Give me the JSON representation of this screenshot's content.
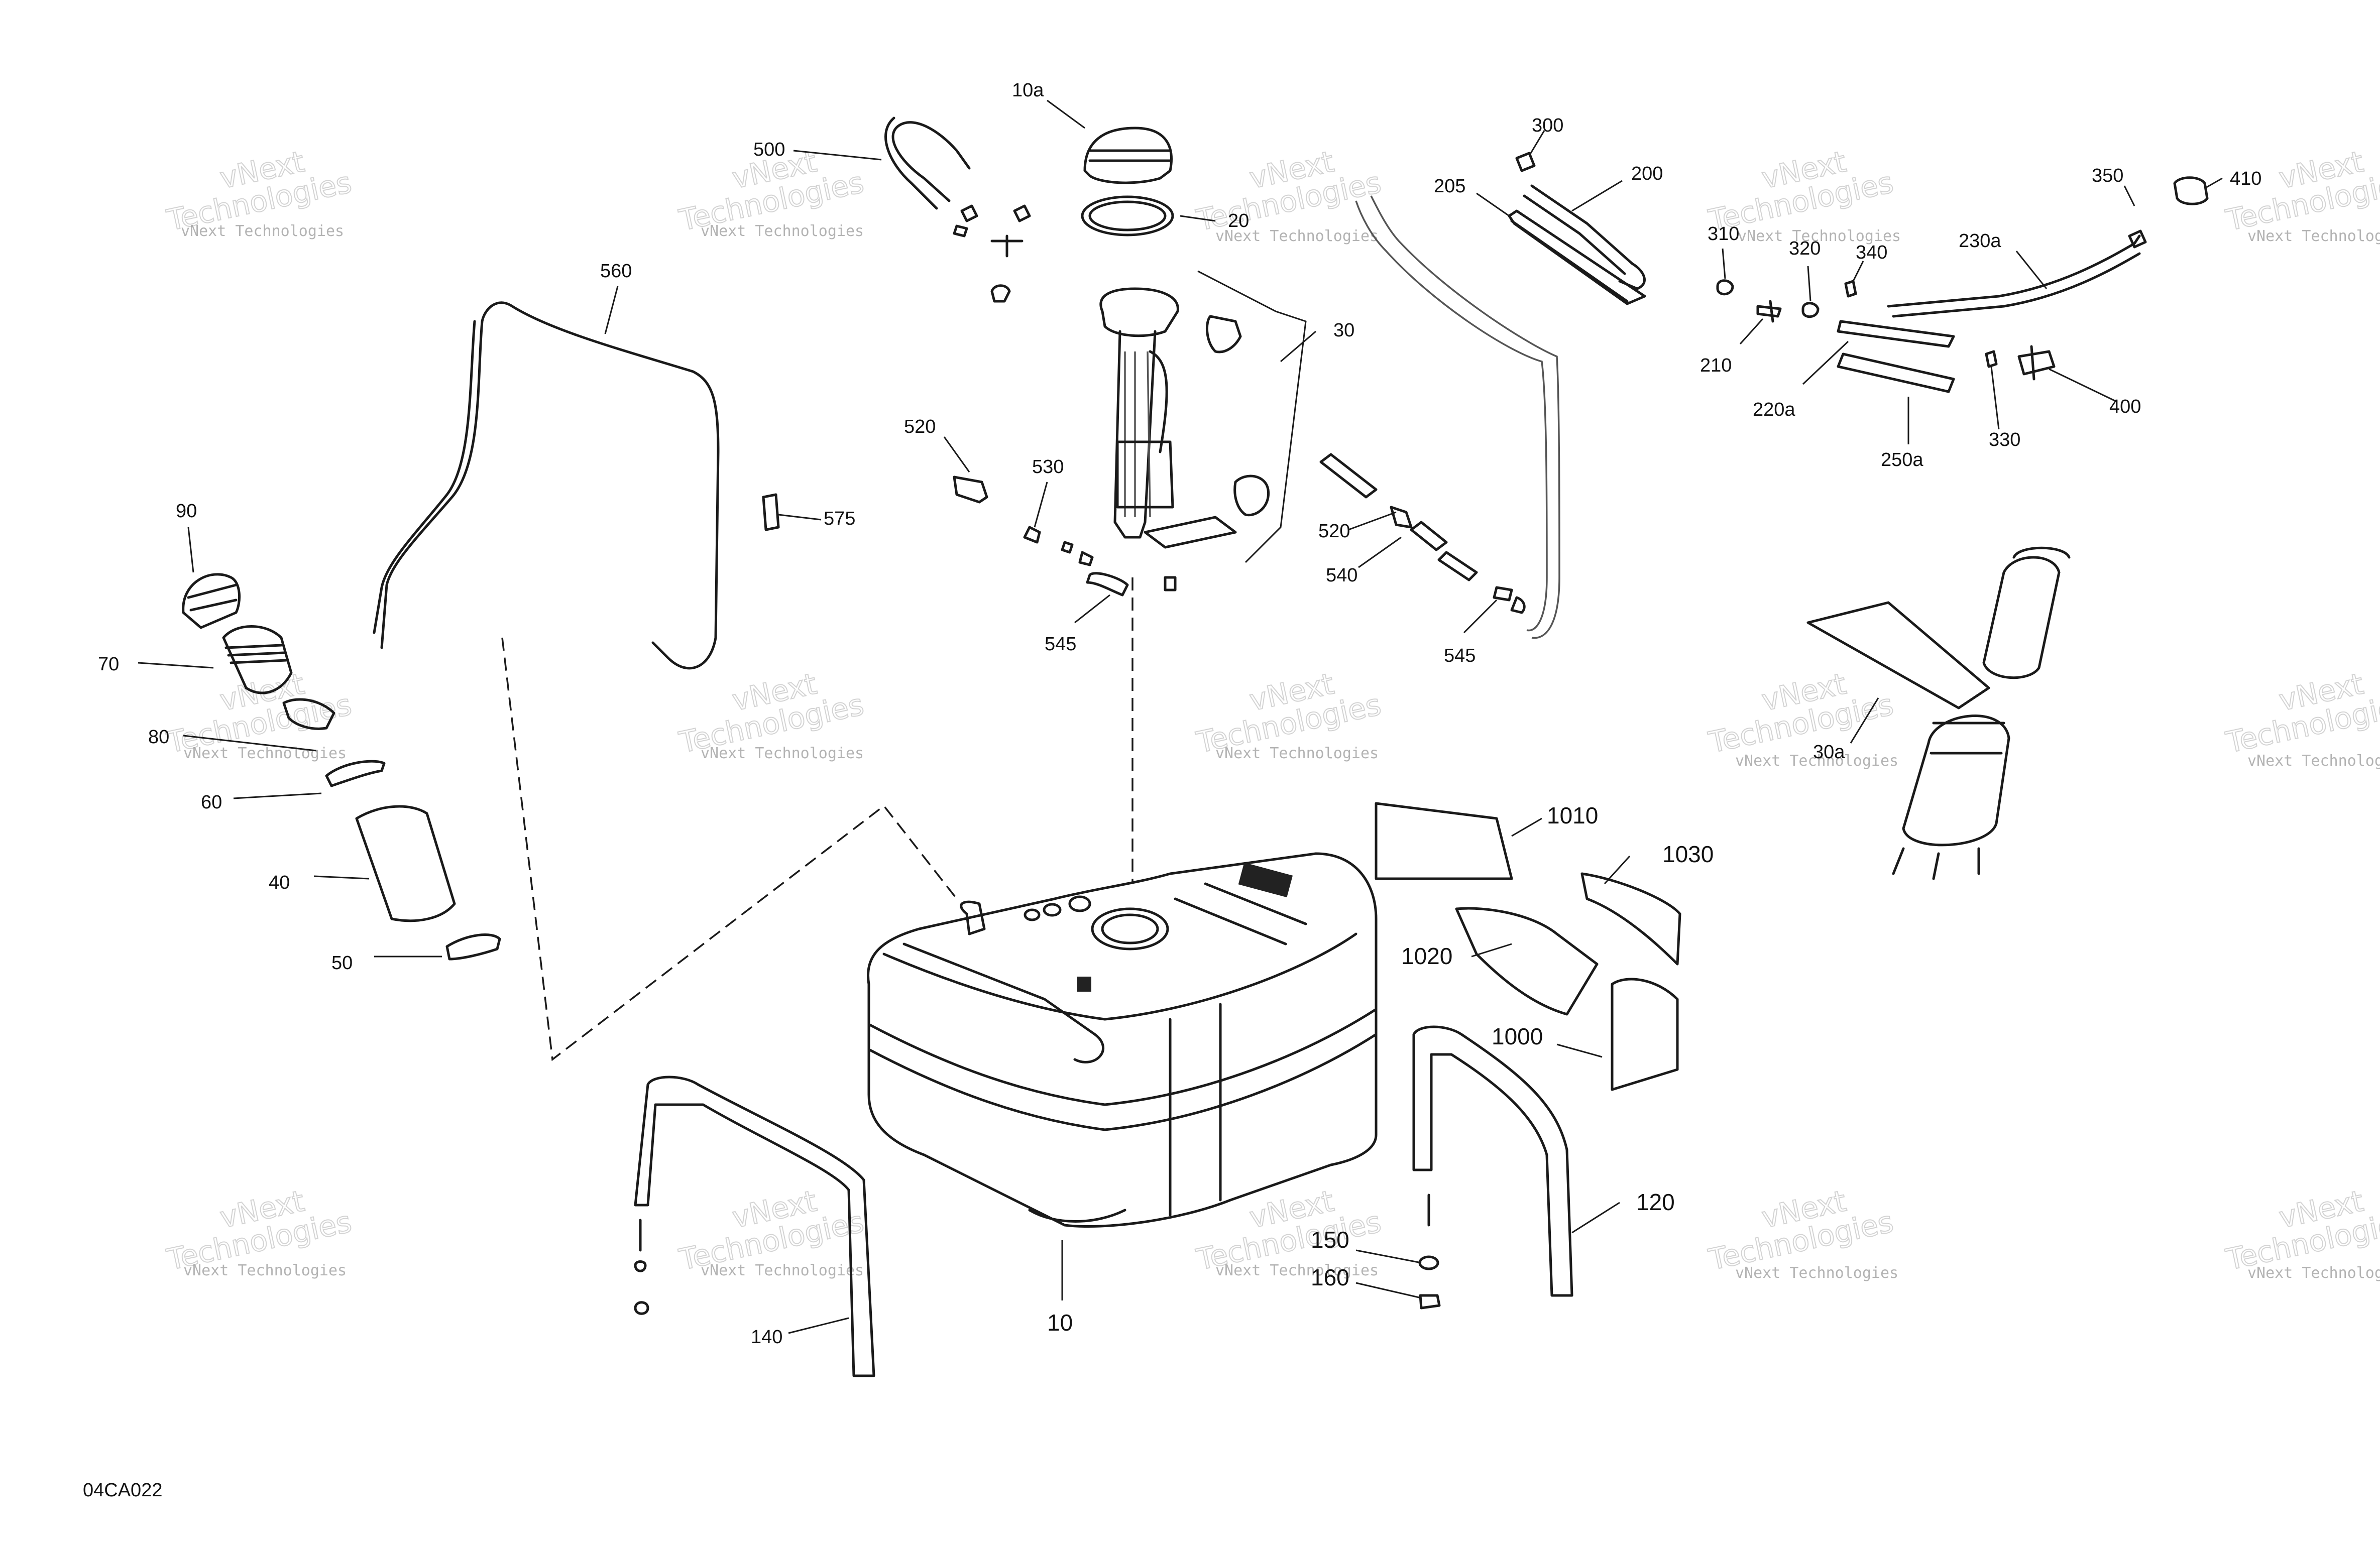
{
  "callouts": {
    "c10a": "10a",
    "c500": "500",
    "c20": "20",
    "c560": "560",
    "c30": "30",
    "c300": "300",
    "c200": "200",
    "c205": "205",
    "c310": "310",
    "c320": "320",
    "c340": "340",
    "c350": "350",
    "c410": "410",
    "c230a": "230a",
    "c210": "210",
    "c220a": "220a",
    "c250a": "250a",
    "c330": "330",
    "c400": "400",
    "c90": "90",
    "c575": "575",
    "c520a": "520",
    "c530": "530",
    "c520b": "520",
    "c540": "540",
    "c545a": "545",
    "c545b": "545",
    "c70": "70",
    "c80": "80",
    "c60": "60",
    "c40": "40",
    "c50": "50",
    "c30a": "30a",
    "c1010": "1010",
    "c1030": "1030",
    "c1020": "1020",
    "c1000": "1000",
    "c120": "120",
    "c150": "150",
    "c160": "160",
    "c10": "10",
    "c140": "140"
  },
  "watermark": {
    "line1": "vNext Technologies",
    "line2": "Technologies",
    "line3": "vNext"
  },
  "reference_code": "04CA022"
}
